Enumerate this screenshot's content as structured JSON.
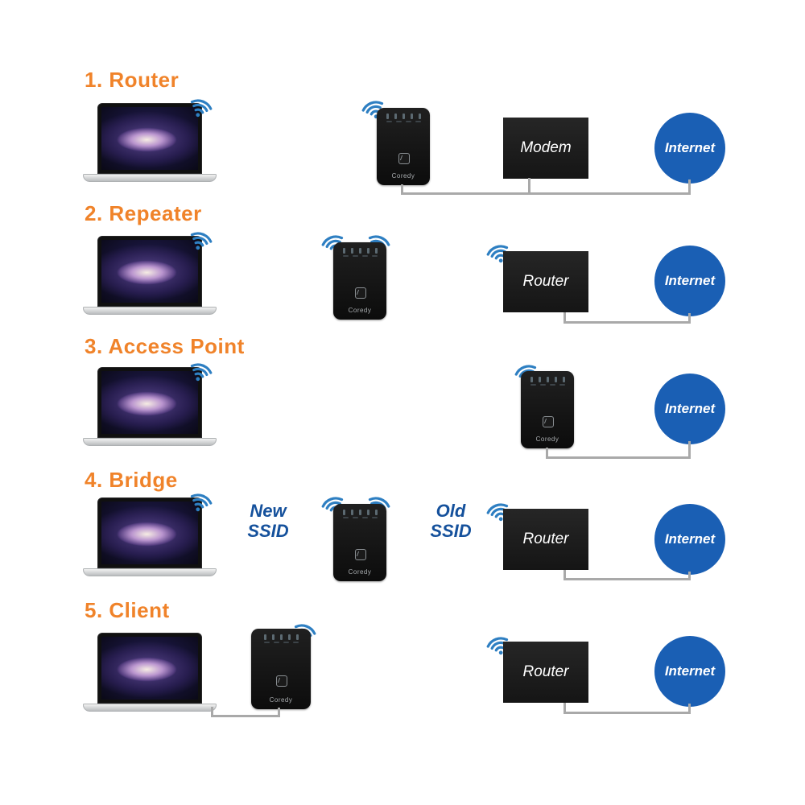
{
  "page": {
    "background": "#ffffff"
  },
  "colors": {
    "accent_orange": "#f0832a",
    "internet_blue": "#1a5fb4",
    "wifi_blue": "#2e7fc2",
    "device_black": "#151515",
    "ssid_blue": "#15519c",
    "wire_gray": "#a9a9a9"
  },
  "sections": [
    {
      "title": "1. Router",
      "device_label": "Coredy",
      "modem_label": "Modem",
      "internet_label": "Internet"
    },
    {
      "title": "2. Repeater",
      "device_label": "Coredy",
      "router_label": "Router",
      "internet_label": "Internet"
    },
    {
      "title": "3. Access Point",
      "device_label": "Coredy",
      "internet_label": "Internet"
    },
    {
      "title": "4. Bridge",
      "device_label": "Coredy",
      "new_ssid": "New\nSSID",
      "old_ssid": "Old\nSSID",
      "router_label": "Router",
      "internet_label": "Internet"
    },
    {
      "title": "5. Client",
      "device_label": "Coredy",
      "router_label": "Router",
      "internet_label": "Internet"
    }
  ]
}
